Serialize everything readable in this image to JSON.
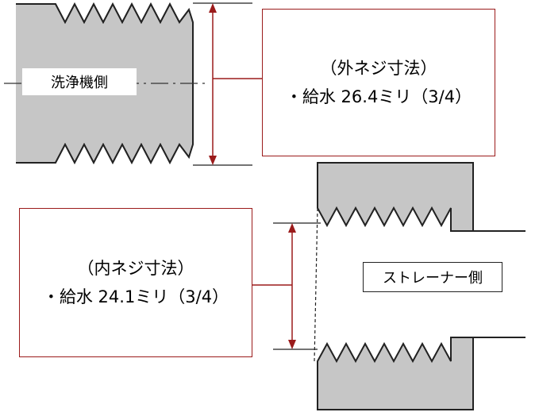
{
  "diagram": {
    "colors": {
      "thread_fill": "#c6c6c6",
      "outline": "#222222",
      "dimension_line": "#9b1b1b",
      "centerline": "#333333"
    },
    "left_part": {
      "label": "洗浄機側"
    },
    "right_part": {
      "label": "ストレーナー側"
    },
    "outer_note": {
      "line1": "（外ネジ寸法）",
      "line2": "・給水  26.4ミリ（3/4）"
    },
    "inner_note": {
      "line1": "（内ネジ寸法）",
      "line2": "・給水  24.1ミリ（3/4）"
    }
  }
}
